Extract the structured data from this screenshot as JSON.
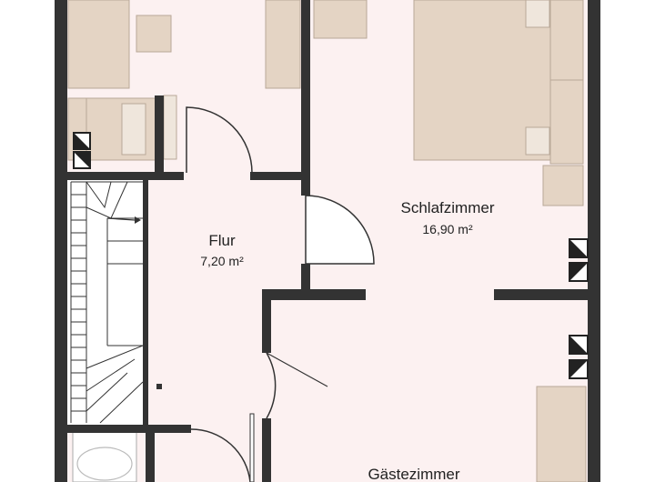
{
  "rooms": {
    "flur": {
      "name": "Flur",
      "area": "7,20 m²"
    },
    "schlafzimmer": {
      "name": "Schlafzimmer",
      "area": "16,90 m²"
    },
    "gaestezimmer": {
      "name": "Gästezimmer"
    }
  },
  "colors": {
    "floor": "#fcf1f1",
    "wall": "#333333",
    "furniture": "#e4d4c4",
    "furniture_stroke": "#b9a897",
    "stair": "#ffffff"
  }
}
